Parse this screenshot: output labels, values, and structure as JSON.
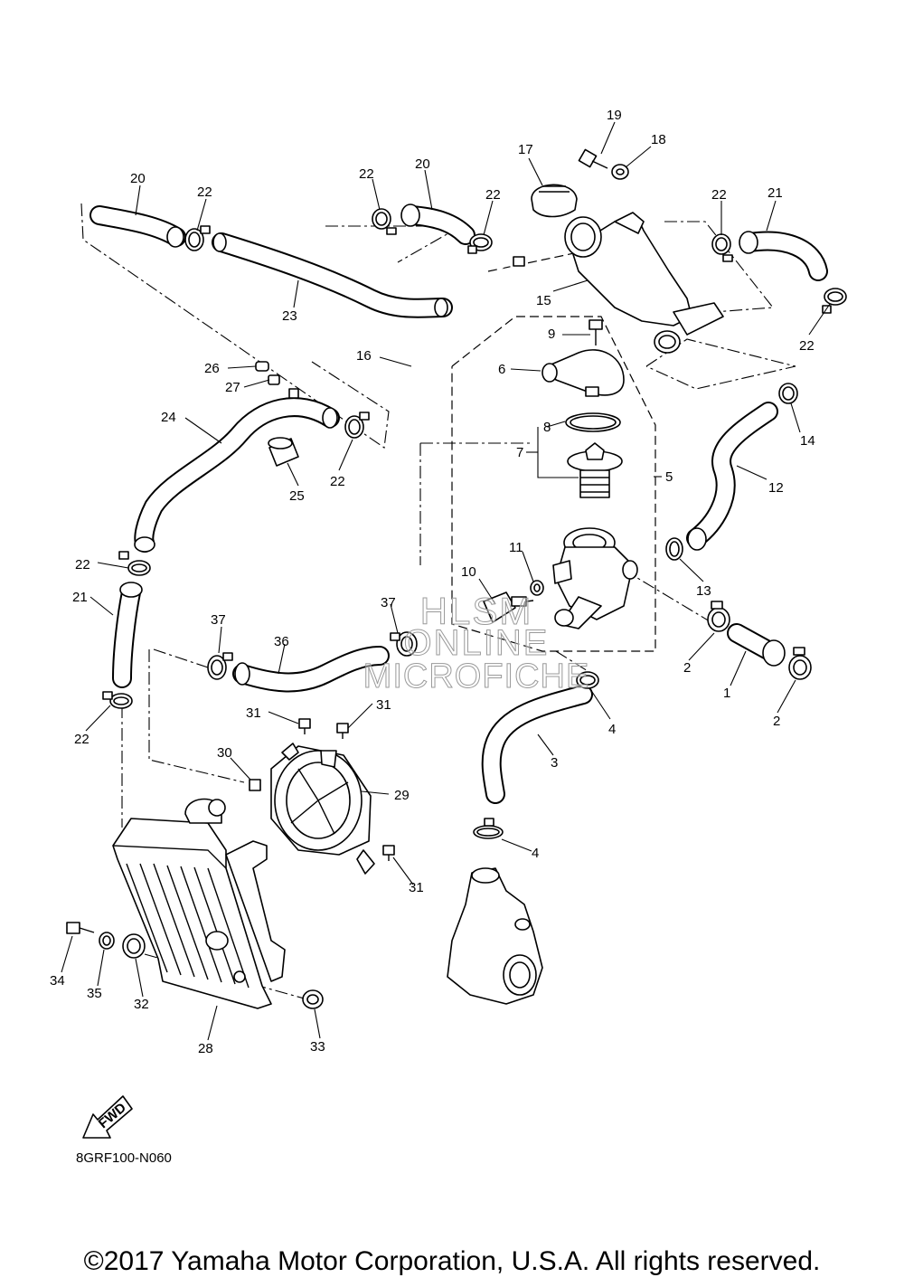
{
  "callouts": {
    "c1": "1",
    "c2a": "2",
    "c2b": "2",
    "c3": "3",
    "c4a": "4",
    "c4b": "4",
    "c5": "5",
    "c6": "6",
    "c7": "7",
    "c8": "8",
    "c9": "9",
    "c10": "10",
    "c11": "11",
    "c12": "12",
    "c13": "13",
    "c14": "14",
    "c15": "15",
    "c16": "16",
    "c17": "17",
    "c18": "18",
    "c19": "19",
    "c20a": "20",
    "c20b": "20",
    "c21a": "21",
    "c21b": "21",
    "c22a": "22",
    "c22b": "22",
    "c22c": "22",
    "c22d": "22",
    "c22e": "22",
    "c22f": "22",
    "c22g": "22",
    "c22h": "22",
    "c23": "23",
    "c24": "24",
    "c25": "25",
    "c26": "26",
    "c27": "27",
    "c28": "28",
    "c29": "29",
    "c30": "30",
    "c31a": "31",
    "c31b": "31",
    "c31c": "31",
    "c32": "32",
    "c33": "33",
    "c34": "34",
    "c35": "35",
    "c36": "36",
    "c37a": "37",
    "c37b": "37"
  },
  "fwd_label": "FWD",
  "drawing_code": "8GRF100-N060",
  "watermark": {
    "line1": "HLSM",
    "line2": "ONLINE",
    "line3": "MICROFICHE"
  },
  "copyright": "©2017 Yamaha Motor Corporation, U.S.A. All rights reserved."
}
